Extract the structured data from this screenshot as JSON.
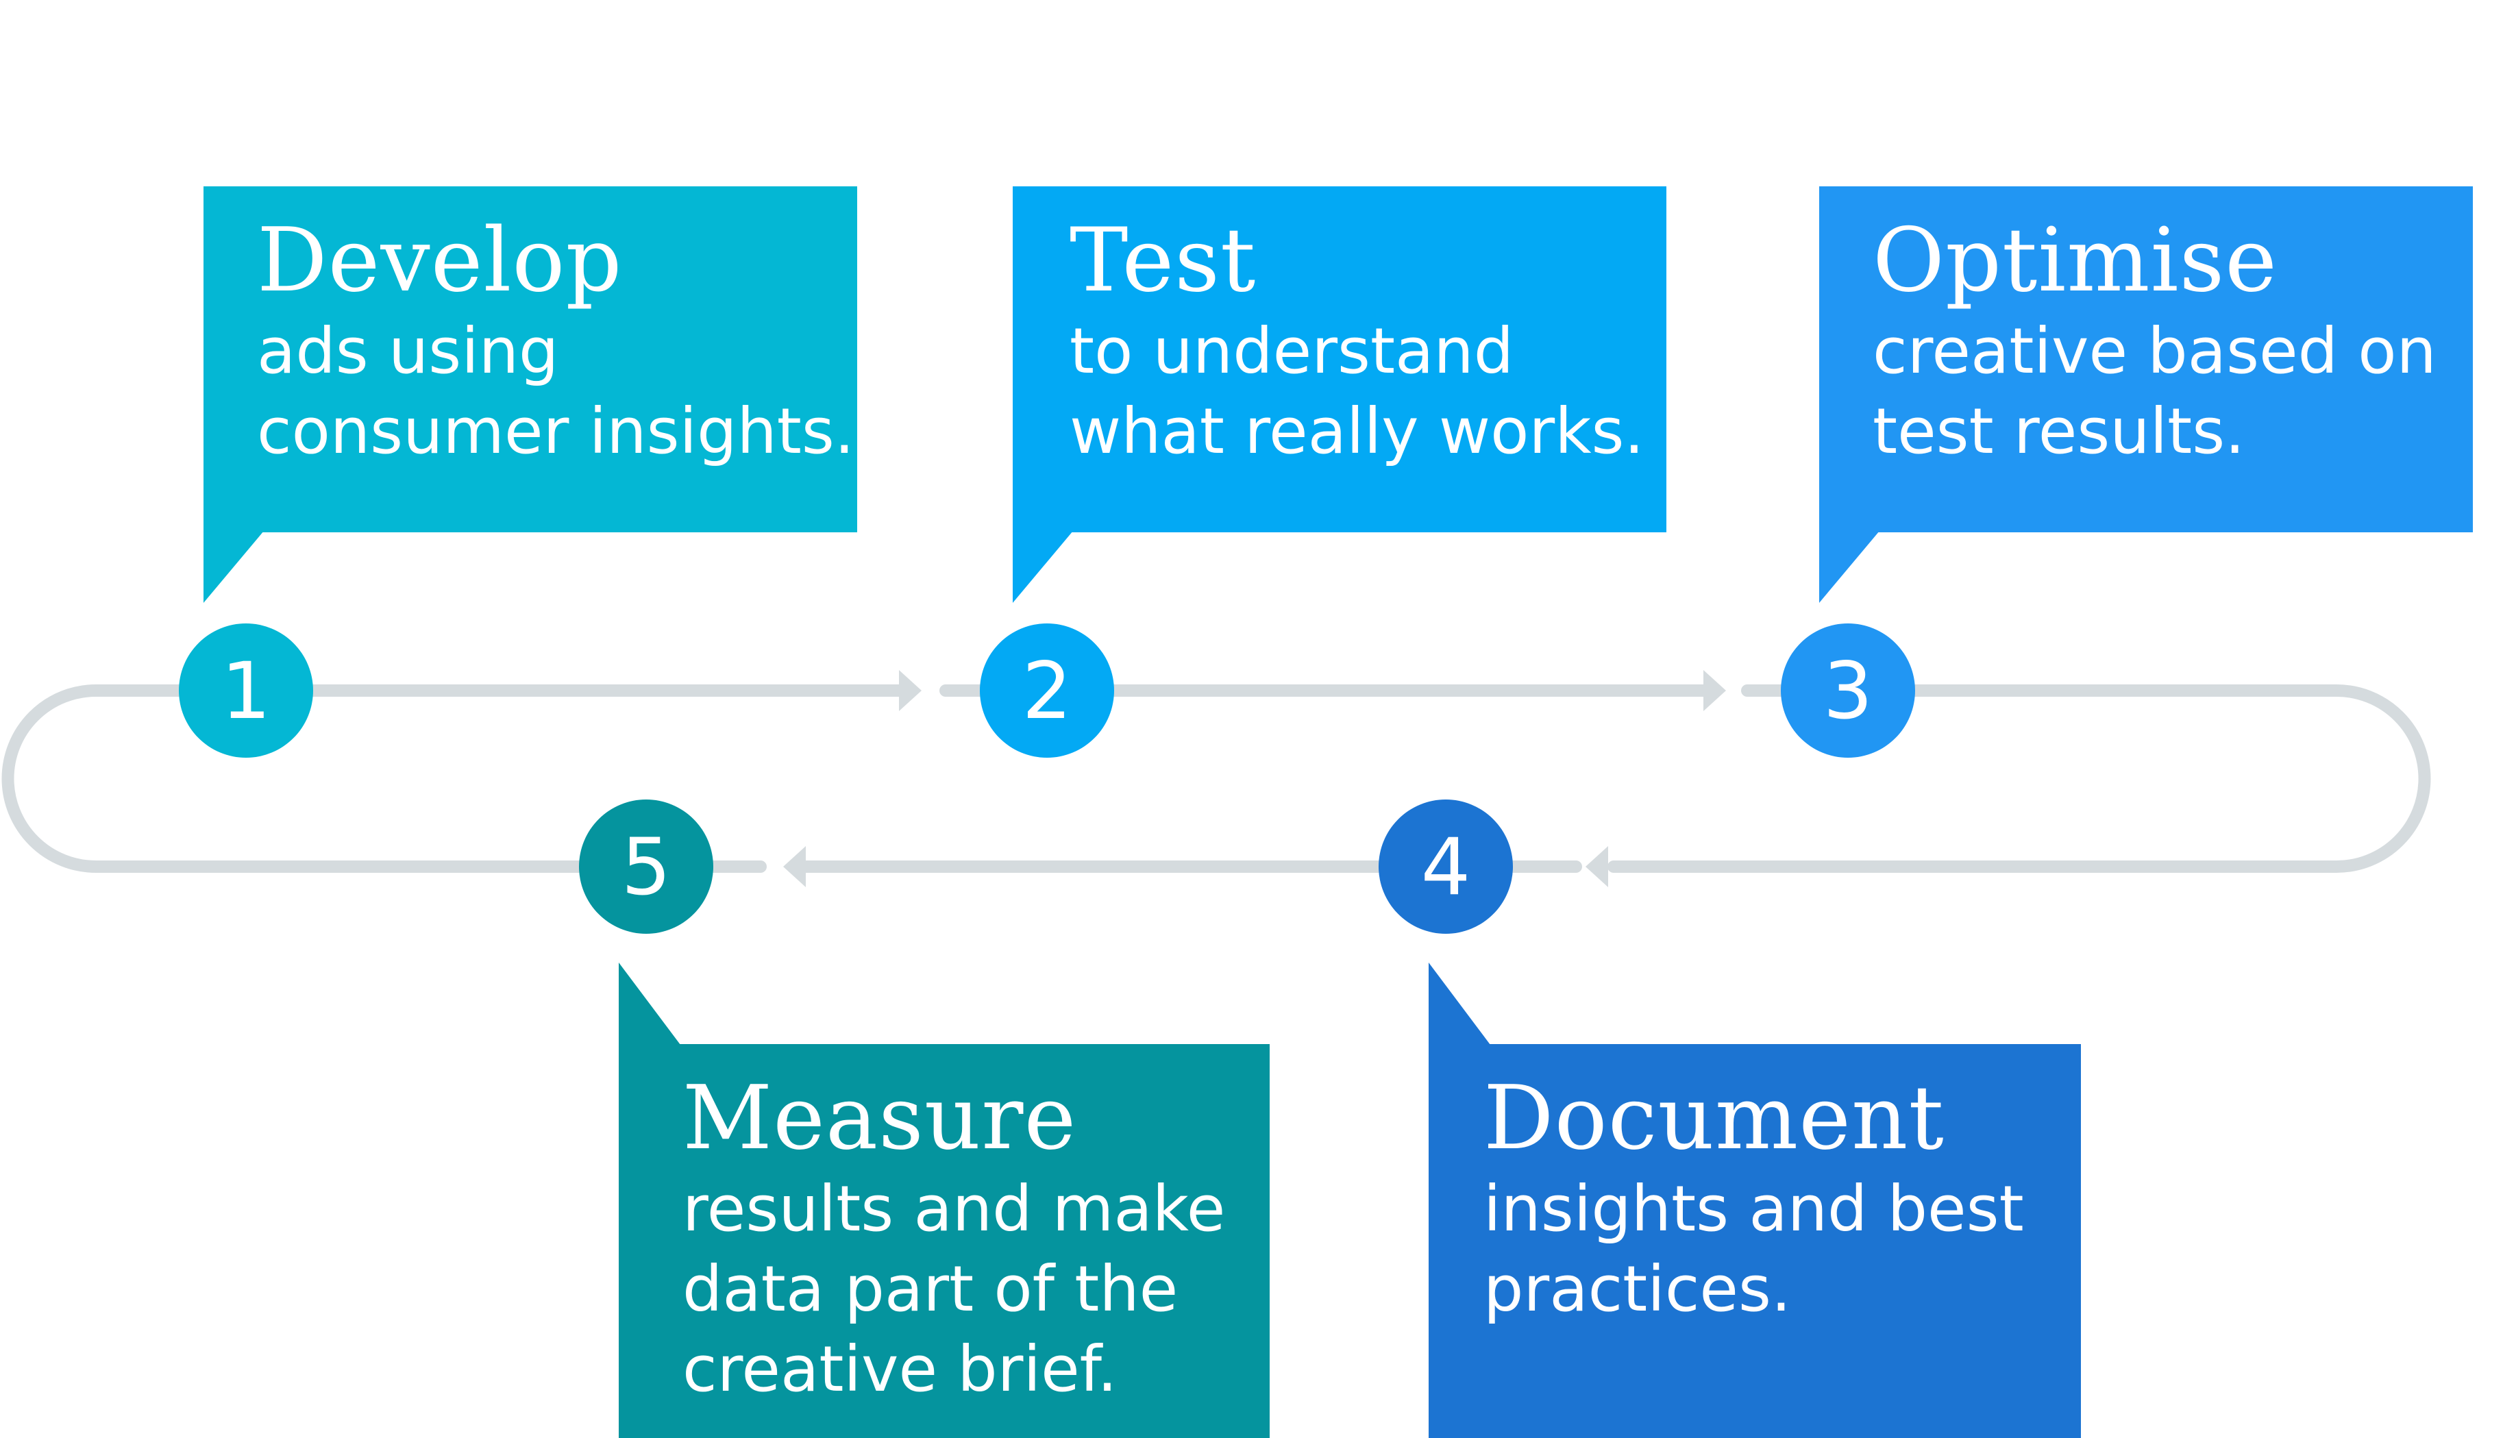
{
  "colors": {
    "develop": "#04B7D4",
    "test": "#03A9F4",
    "optimise": "#2196F3",
    "document": "#1C74D2",
    "measure": "#05949E",
    "track": "#D5DBDE",
    "text": "#FFFFFF",
    "background": "#FFFFFF"
  },
  "steps": [
    {
      "number": "1",
      "title": "Develop",
      "description": "ads using\nconsumer insights.",
      "color": "#04B7D4"
    },
    {
      "number": "2",
      "title": "Test",
      "description": "to understand\nwhat really works.",
      "color": "#03A9F4"
    },
    {
      "number": "3",
      "title": "Optimise",
      "description": "creative based on\ntest results.",
      "color": "#2196F3"
    },
    {
      "number": "4",
      "title": "Document",
      "description": "insights and best\npractices.",
      "color": "#1C74D2"
    },
    {
      "number": "5",
      "title": "Measure",
      "description": "results and make\ndata part of the\ncreative brief.",
      "color": "#05949E"
    }
  ]
}
